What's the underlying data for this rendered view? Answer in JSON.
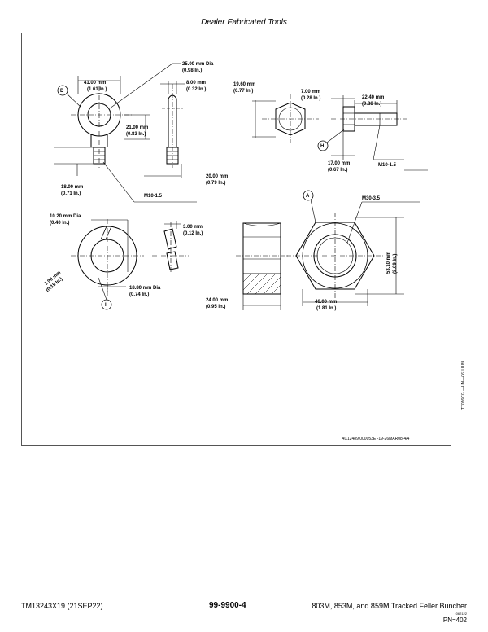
{
  "header": {
    "title": "Dealer Fabricated Tools"
  },
  "figure": {
    "eyebolt": {
      "callout": "D",
      "dia_mm": "25.00 mm Dia",
      "dia_in": "(0.98 In.)",
      "width_mm": "41.00 mm",
      "width_in": "(1.61 In.)",
      "thick_mm": "8.00 mm",
      "thick_in": "(0.32 In.)",
      "height_mm": "21.00 mm",
      "height_in": "(0.83 In.)",
      "shank_mm": "18.00 mm",
      "shank_in": "(0.71 In.)",
      "length_mm": "20.00 mm",
      "length_in": "(0.79 In.)",
      "thread": "M10-1.5"
    },
    "bolt": {
      "callout": "H",
      "head_mm": "19.60 mm",
      "head_in": "(0.77 In.)",
      "headlen_mm": "7.00 mm",
      "headlen_in": "(0.28 In.)",
      "shank_mm": "22.40 mm",
      "shank_in": "(0.88 In.)",
      "across_mm": "17.00 mm",
      "across_in": "(0.67 In.)",
      "thread": "M10-1.5"
    },
    "washer": {
      "callout": "I",
      "id_mm": "10.20 mm Dia",
      "id_in": "(0.40 In.)",
      "thick_mm": "3.00 mm",
      "thick_in": "(0.12 In.)",
      "section_mm": "3.90 mm",
      "section_in": "(0.15 In.)",
      "od_mm": "18.80 mm Dia",
      "od_in": "(0.74 In.)"
    },
    "nut": {
      "callout": "A",
      "thread": "M30-3.5",
      "height_mm": "24.00 mm",
      "height_in": "(0.95 In.)",
      "flats_mm": "46.00 mm",
      "flats_in": "(1.81 In.)",
      "corners_mm": "53.10 mm",
      "corners_in": "(2.09 In.)"
    },
    "doc_id": "AC12489,000053E -19-26MAR08-4/4",
    "fig_id": "T7026CG —UN—06JUL89"
  },
  "footer": {
    "manual": "TM13243X19 (21SEP22)",
    "page": "99-9900-4",
    "model": "803M, 853M, and 859M Tracked Feller Buncher",
    "date_code": "062122",
    "pn": "PN=402"
  }
}
